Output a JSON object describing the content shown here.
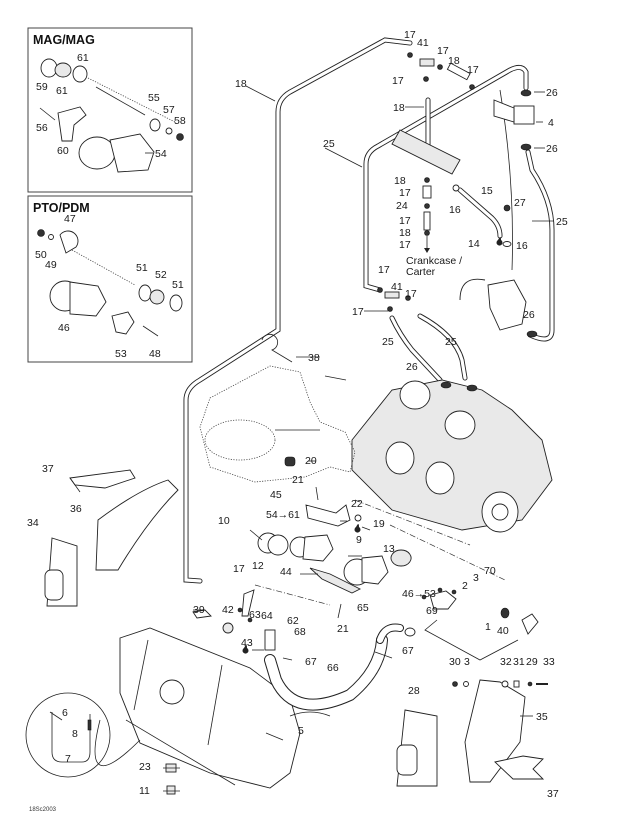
{
  "diagram": {
    "type": "exploded parts diagram",
    "subject": "Fuel system / intake (engine, fuel tank, throttle bodies, hoses)",
    "figure_code": "18Sc2003",
    "insets": [
      {
        "title": "MAG/MAG",
        "callouts": [
          "61",
          "59",
          "61",
          "55",
          "57",
          "58",
          "56",
          "60",
          "54"
        ]
      },
      {
        "title": "PTO/PDM",
        "callouts": [
          "47",
          "50",
          "49",
          "51",
          "52",
          "51",
          "46",
          "53",
          "48"
        ]
      }
    ],
    "annotations": {
      "crankcase_label_line1": "Crankcase /",
      "crankcase_label_line2": "Carter",
      "ref_54_61": "54→61",
      "ref_46_53": "46→53"
    },
    "callouts": {
      "c17a": "17",
      "c41a": "41",
      "c17b": "17",
      "c18a": "18",
      "c17c": "17",
      "c17d": "17",
      "c26a": "26",
      "c4": "4",
      "c26b": "26",
      "c18b": "18",
      "c18c": "18",
      "c25a": "25",
      "c18d": "18",
      "c17e": "17",
      "c24": "24",
      "c16a": "16",
      "c15": "15",
      "c27": "27",
      "c17f": "17",
      "c18e": "18",
      "c17g": "17",
      "c14": "14",
      "c16b": "16",
      "c25b": "25",
      "c17h": "17",
      "c41b": "41",
      "c17i": "17",
      "c17j": "17",
      "c26c": "26",
      "c25c": "25",
      "c25d": "25",
      "c38": "38",
      "c26d": "26",
      "c20": "20",
      "c21a": "21",
      "c45": "45",
      "c22": "22",
      "c19": "19",
      "c9": "9",
      "c10": "10",
      "c12": "12",
      "c13": "13",
      "c70": "70",
      "c3a": "3",
      "c2": "2",
      "c1": "1",
      "c40": "40",
      "c17k": "17",
      "c44": "44",
      "c39": "39",
      "c42": "42",
      "c63": "63",
      "c64": "64",
      "c62": "62",
      "c68": "68",
      "c21b": "21",
      "c65": "65",
      "c69": "69",
      "c43": "43",
      "c67a": "67",
      "c67b": "67",
      "c66": "66",
      "c37a": "37",
      "c36": "36",
      "c34": "34",
      "c30": "30",
      "c3b": "3",
      "c32": "32",
      "c31": "31",
      "c29": "29",
      "c33": "33",
      "c28": "28",
      "c35": "35",
      "c37b": "37",
      "c6": "6",
      "c8": "8",
      "c5": "5",
      "c7": "7",
      "c23": "23",
      "c11": "11"
    }
  }
}
